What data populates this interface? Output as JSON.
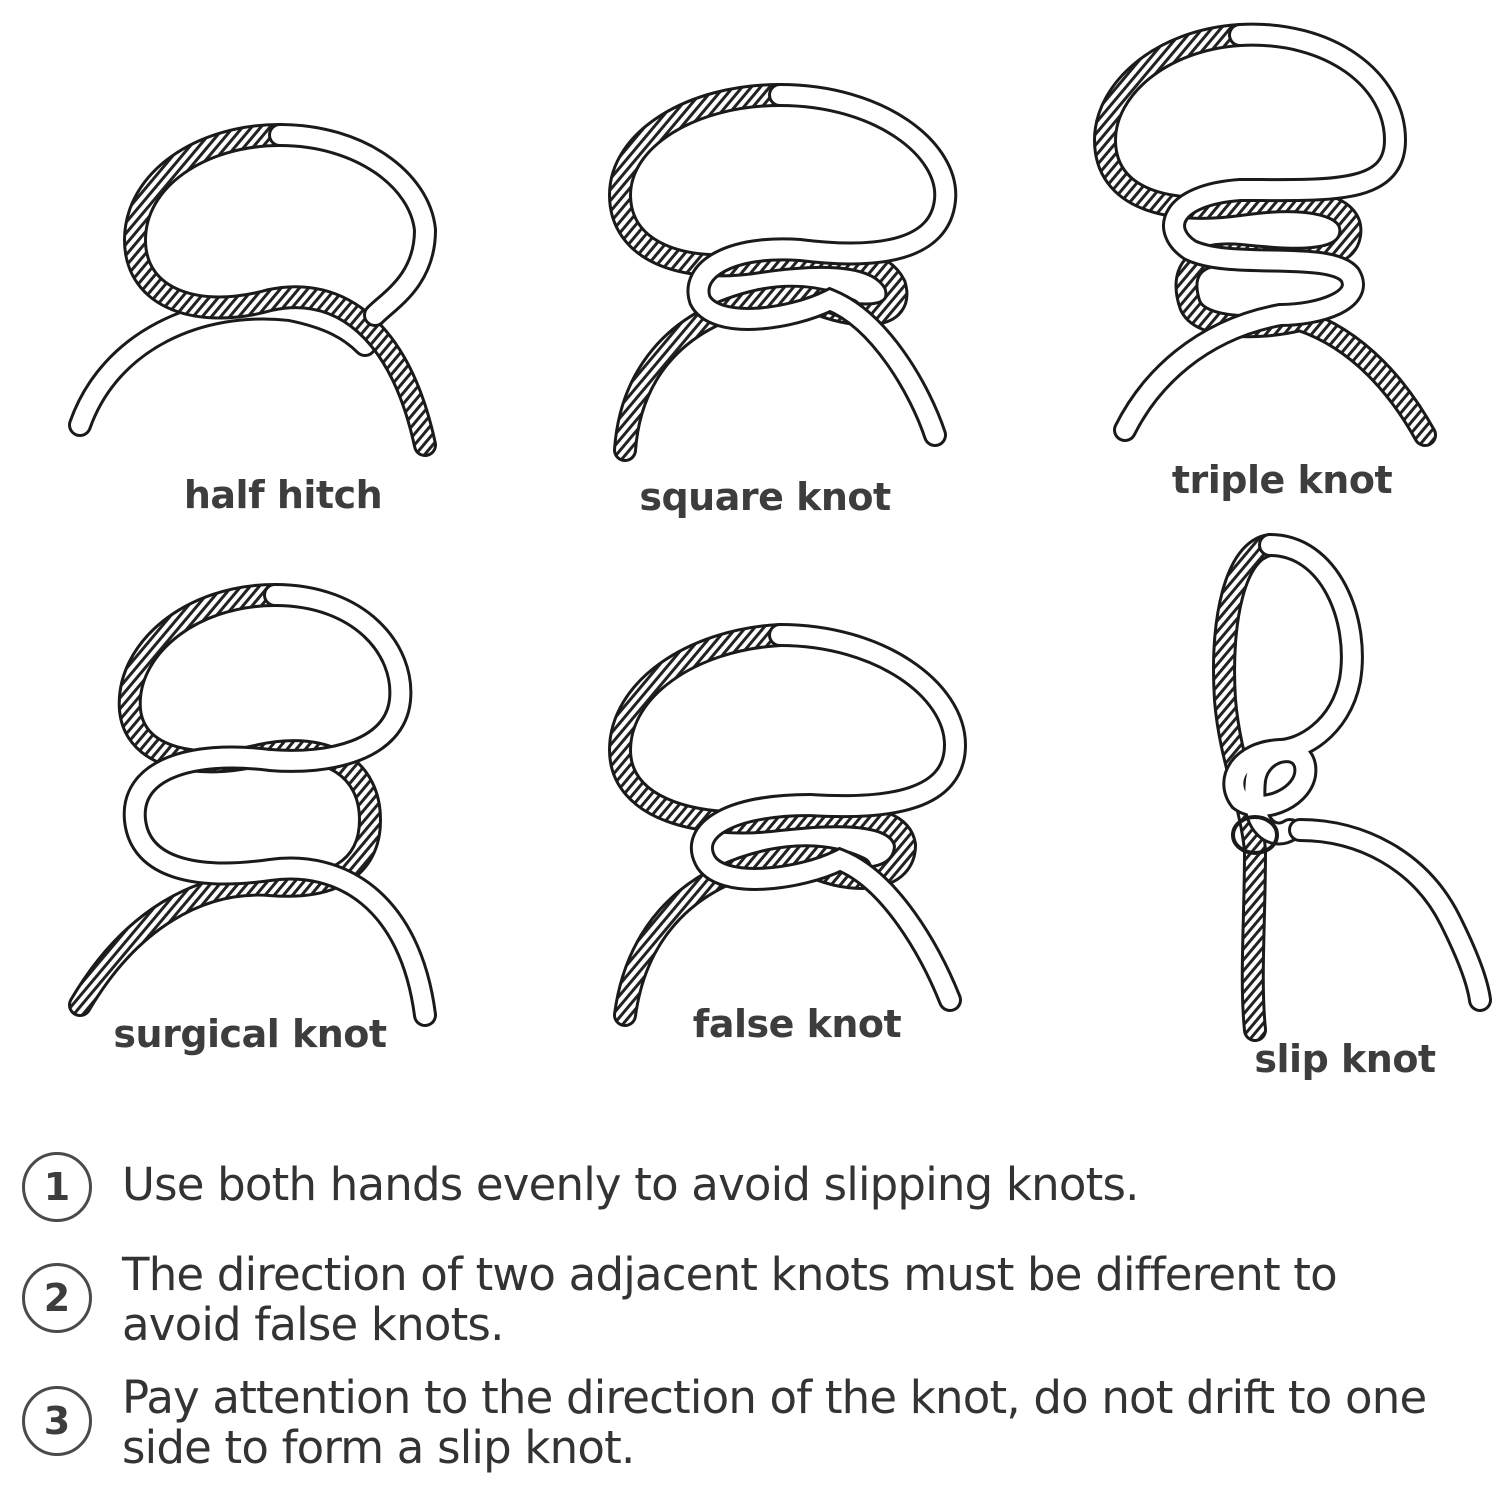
{
  "knots": [
    {
      "id": "half-hitch",
      "label": "half hitch"
    },
    {
      "id": "square-knot",
      "label": "square knot"
    },
    {
      "id": "triple-knot",
      "label": "triple knot"
    },
    {
      "id": "surgical-knot",
      "label": "surgical knot"
    },
    {
      "id": "false-knot",
      "label": "false knot"
    },
    {
      "id": "slip-knot",
      "label": "slip knot"
    }
  ],
  "steps": [
    {
      "number": "1",
      "text": "Use both hands evenly to avoid slipping knots."
    },
    {
      "number": "2",
      "text": "The direction of two adjacent knots must be different to avoid false knots."
    },
    {
      "number": "3",
      "text": "Pay attention to the direction of the knot, do not drift to one side to form a slip knot."
    }
  ],
  "colors": {
    "line": "#1a1a1a",
    "text": "#3d3d3d",
    "background": "#ffffff"
  }
}
